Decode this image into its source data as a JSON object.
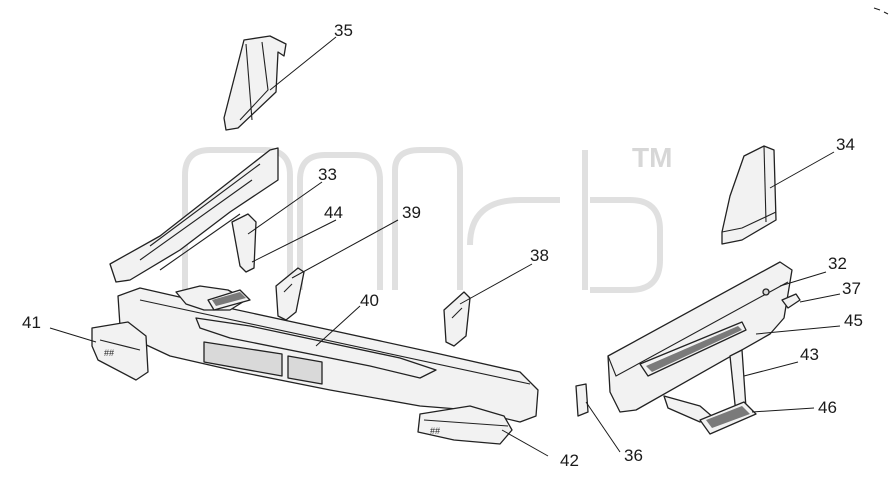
{
  "watermark": {
    "trademark": "TM"
  },
  "callouts": [
    {
      "id": "c35",
      "label": "35"
    },
    {
      "id": "c34",
      "label": "34"
    },
    {
      "id": "c33",
      "label": "33"
    },
    {
      "id": "c44",
      "label": "44"
    },
    {
      "id": "c39",
      "label": "39"
    },
    {
      "id": "c38",
      "label": "38"
    },
    {
      "id": "c32",
      "label": "32"
    },
    {
      "id": "c37",
      "label": "37"
    },
    {
      "id": "c45",
      "label": "45"
    },
    {
      "id": "c40",
      "label": "40"
    },
    {
      "id": "c41",
      "label": "41"
    },
    {
      "id": "c43",
      "label": "43"
    },
    {
      "id": "c46",
      "label": "46"
    },
    {
      "id": "c36",
      "label": "36"
    },
    {
      "id": "c42",
      "label": "42"
    }
  ]
}
